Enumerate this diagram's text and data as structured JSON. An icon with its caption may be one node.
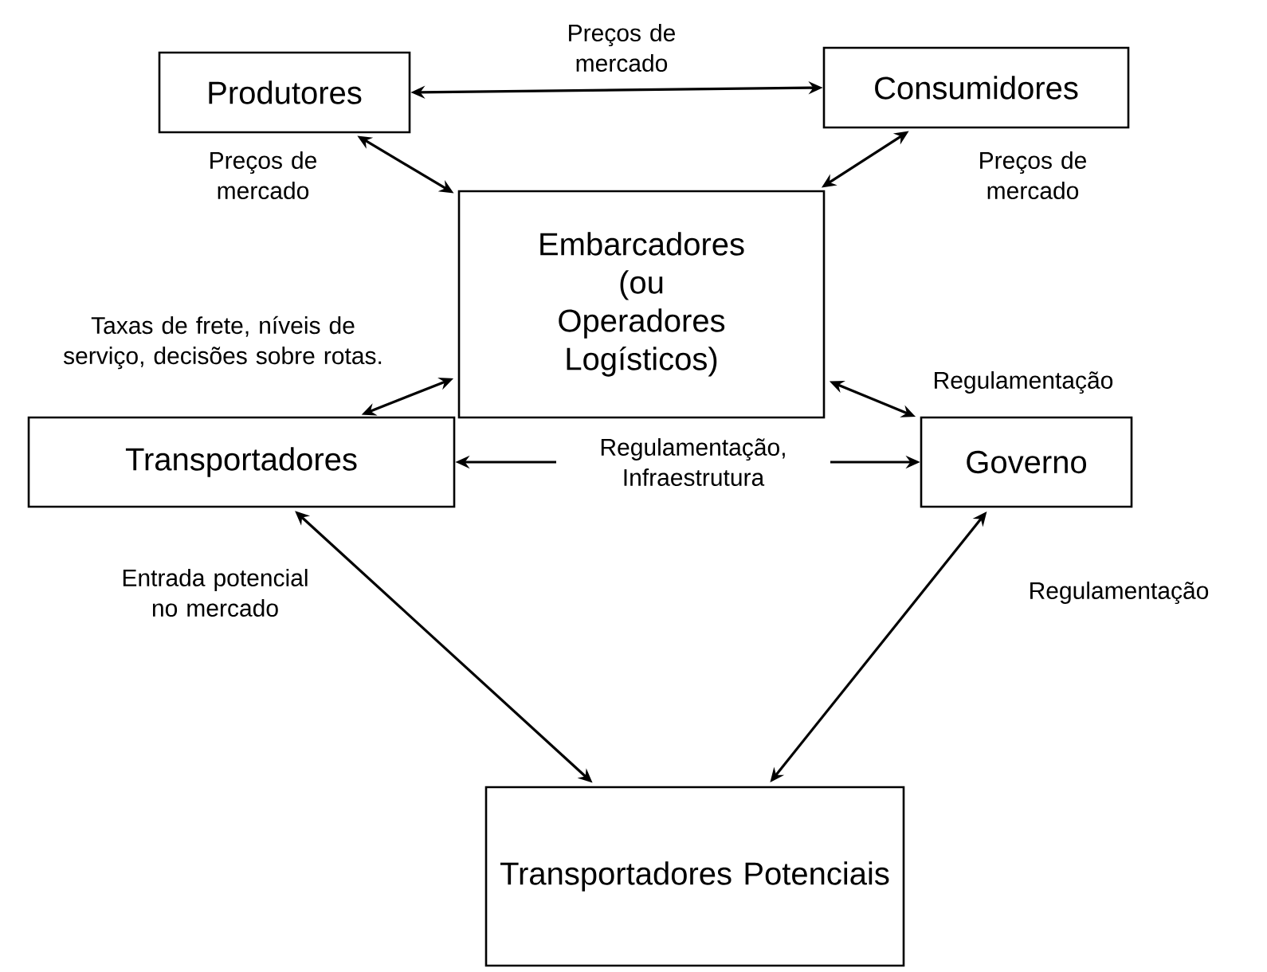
{
  "diagram": {
    "nodes": [
      {
        "text": [
          "Produtores"
        ]
      },
      {
        "text": [
          "Consumidores"
        ]
      },
      {
        "text": [
          "Embarcadores (ou Operadores Logísticos)"
        ]
      },
      {
        "text": [
          "Transportadores"
        ]
      },
      {
        "text": [
          "Governo"
        ]
      },
      {
        "text": [
          "Transportadores Potenciais"
        ]
      }
    ],
    "edges": [
      {
        "from": 0,
        "to": 1,
        "arrow": "both",
        "label": "Preços de mercado"
      },
      {
        "from": 0,
        "to": 2,
        "arrow": "both",
        "label": "Preços de mercado"
      },
      {
        "from": 1,
        "to": 2,
        "arrow": "both",
        "label": "Preços de mercado"
      },
      {
        "from": 2,
        "to": 3,
        "arrow": "both",
        "label": "Taxas de frete, níveis de serviço, decisões sobre rotas."
      },
      {
        "from": 2,
        "to": 4,
        "arrow": "both",
        "label": "Regulamentação"
      },
      {
        "from": 3,
        "to": 4,
        "arrow": "both",
        "label": "Regulamentação, Infraestrutura"
      },
      {
        "from": 3,
        "to": 5,
        "arrow": "both",
        "label": "Entrada potencial no mercado"
      },
      {
        "from": 4,
        "to": 5,
        "arrow": "both",
        "label": "Regulamentação"
      }
    ]
  }
}
